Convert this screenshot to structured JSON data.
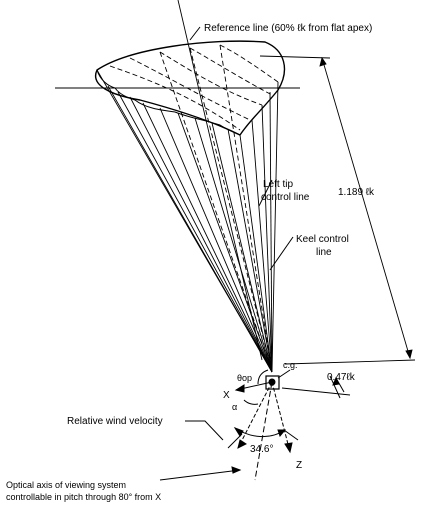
{
  "labels": {
    "reference_line": "Reference line (60% ℓk from flat apex)",
    "dimension_main": "1.189 ℓk",
    "left_tip_line1": "Left tip",
    "left_tip_line2": "control line",
    "keel_line1": "Keel control",
    "keel_line2": "line",
    "cg": "c.g.",
    "theta": "θop",
    "dimension_small": "0.47ℓk",
    "x_axis": "X",
    "alpha": "α",
    "relative_wind": "Relative wind velocity",
    "angle": "34.6°",
    "z_axis": "Z",
    "optical_line1": "Optical axis of viewing system",
    "optical_line2": "controllable in pitch through 80° from X"
  }
}
